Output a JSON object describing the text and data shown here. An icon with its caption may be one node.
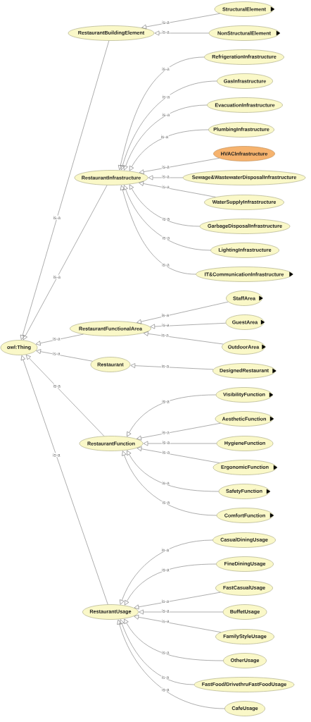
{
  "diagram": {
    "nodes": [
      {
        "text": [
          "owl:Thing"
        ]
      },
      {
        "text": [
          "RestaurantBuildingElement"
        ]
      },
      {
        "text": [
          "StructuralElement"
        ]
      },
      {
        "text": [
          "NonStructuralElement"
        ]
      },
      {
        "text": [
          "RestaurantInfrastructure"
        ]
      },
      {
        "text": [
          "RefrigerationInfrastructure"
        ]
      },
      {
        "text": [
          "GasInfrastructure"
        ]
      },
      {
        "text": [
          "EvacuationInfrastructure"
        ]
      },
      {
        "text": [
          "PlumbingInfrastructure"
        ]
      },
      {
        "text": [
          "HVACInfrastructure"
        ]
      },
      {
        "text": [
          "Sewage&WastewaterDisposalInfrastructure"
        ]
      },
      {
        "text": [
          "WaterSupplyInfrastructure"
        ]
      },
      {
        "text": [
          "GarbageDisposalInfrastructure"
        ]
      },
      {
        "text": [
          "LightingInfrastructure"
        ]
      },
      {
        "text": [
          "IT&CommunicationInfrastructure"
        ]
      },
      {
        "text": [
          "RestaurantFunctionalArea"
        ]
      },
      {
        "text": [
          "StaffArea"
        ]
      },
      {
        "text": [
          "GuestArea"
        ]
      },
      {
        "text": [
          "OutdoorArea"
        ]
      },
      {
        "text": [
          "Restaurant"
        ]
      },
      {
        "text": [
          "DesignedRestaurant"
        ]
      },
      {
        "text": [
          "RestaurantFunction"
        ]
      },
      {
        "text": [
          "VisibilityFunction"
        ]
      },
      {
        "text": [
          "AestheticFunction"
        ]
      },
      {
        "text": [
          "HygieneFunction"
        ]
      },
      {
        "text": [
          "ErgonomicFunction"
        ]
      },
      {
        "text": [
          "SafetyFunction"
        ]
      },
      {
        "text": [
          "ComfortFunction"
        ]
      },
      {
        "text": [
          "RestaurantUsage"
        ]
      },
      {
        "text": [
          "CasualDiningUsage"
        ]
      },
      {
        "text": [
          "FineDiningUsage"
        ]
      },
      {
        "text": [
          "FastCasualUsage"
        ]
      },
      {
        "text": [
          "BuffetUsage"
        ]
      },
      {
        "text": [
          "FamilyStyleUsage"
        ]
      },
      {
        "text": [
          "OtherUsage"
        ]
      },
      {
        "text": [
          "FastFood/DrivethruFastFoodUsage"
        ]
      },
      {
        "text": [
          "CafeUsage"
        ]
      }
    ],
    "edges": [
      {
        "from": 1,
        "to": 0,
        "arrow": "to",
        "label": "is-a"
      },
      {
        "from": 2,
        "to": 1,
        "arrow": "to",
        "label": "is-a"
      },
      {
        "from": 3,
        "to": 1,
        "arrow": "to",
        "label": "is-a"
      },
      {
        "from": 4,
        "to": 0,
        "arrow": "to",
        "label": "is-a"
      },
      {
        "from": 5,
        "to": 4,
        "arrow": "to",
        "label": "is-a"
      },
      {
        "from": 6,
        "to": 4,
        "arrow": "to",
        "label": "is-a"
      },
      {
        "from": 7,
        "to": 4,
        "arrow": "to",
        "label": "is-a"
      },
      {
        "from": 8,
        "to": 4,
        "arrow": "to",
        "label": "is-a"
      },
      {
        "from": 9,
        "to": 4,
        "arrow": "to",
        "label": "is-a"
      },
      {
        "from": 10,
        "to": 4,
        "arrow": "to",
        "label": "is-a"
      },
      {
        "from": 11,
        "to": 4,
        "arrow": "to",
        "label": "is-a"
      },
      {
        "from": 12,
        "to": 4,
        "arrow": "to",
        "label": "is-a"
      },
      {
        "from": 13,
        "to": 4,
        "arrow": "to",
        "label": "is-a"
      },
      {
        "from": 14,
        "to": 4,
        "arrow": "to",
        "label": "is-a"
      },
      {
        "from": 15,
        "to": 0,
        "arrow": "to",
        "label": "is-a"
      },
      {
        "from": 16,
        "to": 15,
        "arrow": "to",
        "label": "is-a"
      },
      {
        "from": 17,
        "to": 15,
        "arrow": "to",
        "label": "is-a"
      },
      {
        "from": 18,
        "to": 15,
        "arrow": "to",
        "label": "is-a"
      },
      {
        "from": 19,
        "to": 0,
        "arrow": "to",
        "label": "is-a"
      },
      {
        "from": 20,
        "to": 19,
        "arrow": "to",
        "label": "is-a"
      },
      {
        "from": 21,
        "to": 0,
        "arrow": "to",
        "label": "is-a"
      },
      {
        "from": 22,
        "to": 21,
        "arrow": "to",
        "label": "is-a"
      },
      {
        "from": 23,
        "to": 21,
        "arrow": "to",
        "label": "is-a"
      },
      {
        "from": 24,
        "to": 21,
        "arrow": "to",
        "label": "is-a"
      },
      {
        "from": 25,
        "to": 21,
        "arrow": "to",
        "label": "is-a"
      },
      {
        "from": 26,
        "to": 21,
        "arrow": "to",
        "label": "is-a"
      },
      {
        "from": 27,
        "to": 21,
        "arrow": "to",
        "label": "is-a"
      },
      {
        "from": 28,
        "to": 0,
        "arrow": "to",
        "label": "is-a"
      },
      {
        "from": 29,
        "to": 28,
        "arrow": "to",
        "label": "is-a"
      },
      {
        "from": 30,
        "to": 28,
        "arrow": "to",
        "label": "is-a"
      },
      {
        "from": 31,
        "to": 28,
        "arrow": "to",
        "label": "is-a"
      },
      {
        "from": 32,
        "to": 28,
        "arrow": "to",
        "label": "is-a"
      },
      {
        "from": 33,
        "to": 28,
        "arrow": "to",
        "label": "is-a"
      },
      {
        "from": 34,
        "to": 28,
        "arrow": "to",
        "label": "is-a"
      },
      {
        "from": 35,
        "to": 28,
        "arrow": "to",
        "label": "is-a"
      },
      {
        "from": 36,
        "to": 28,
        "arrow": "to",
        "label": "is-a"
      }
    ]
  }
}
